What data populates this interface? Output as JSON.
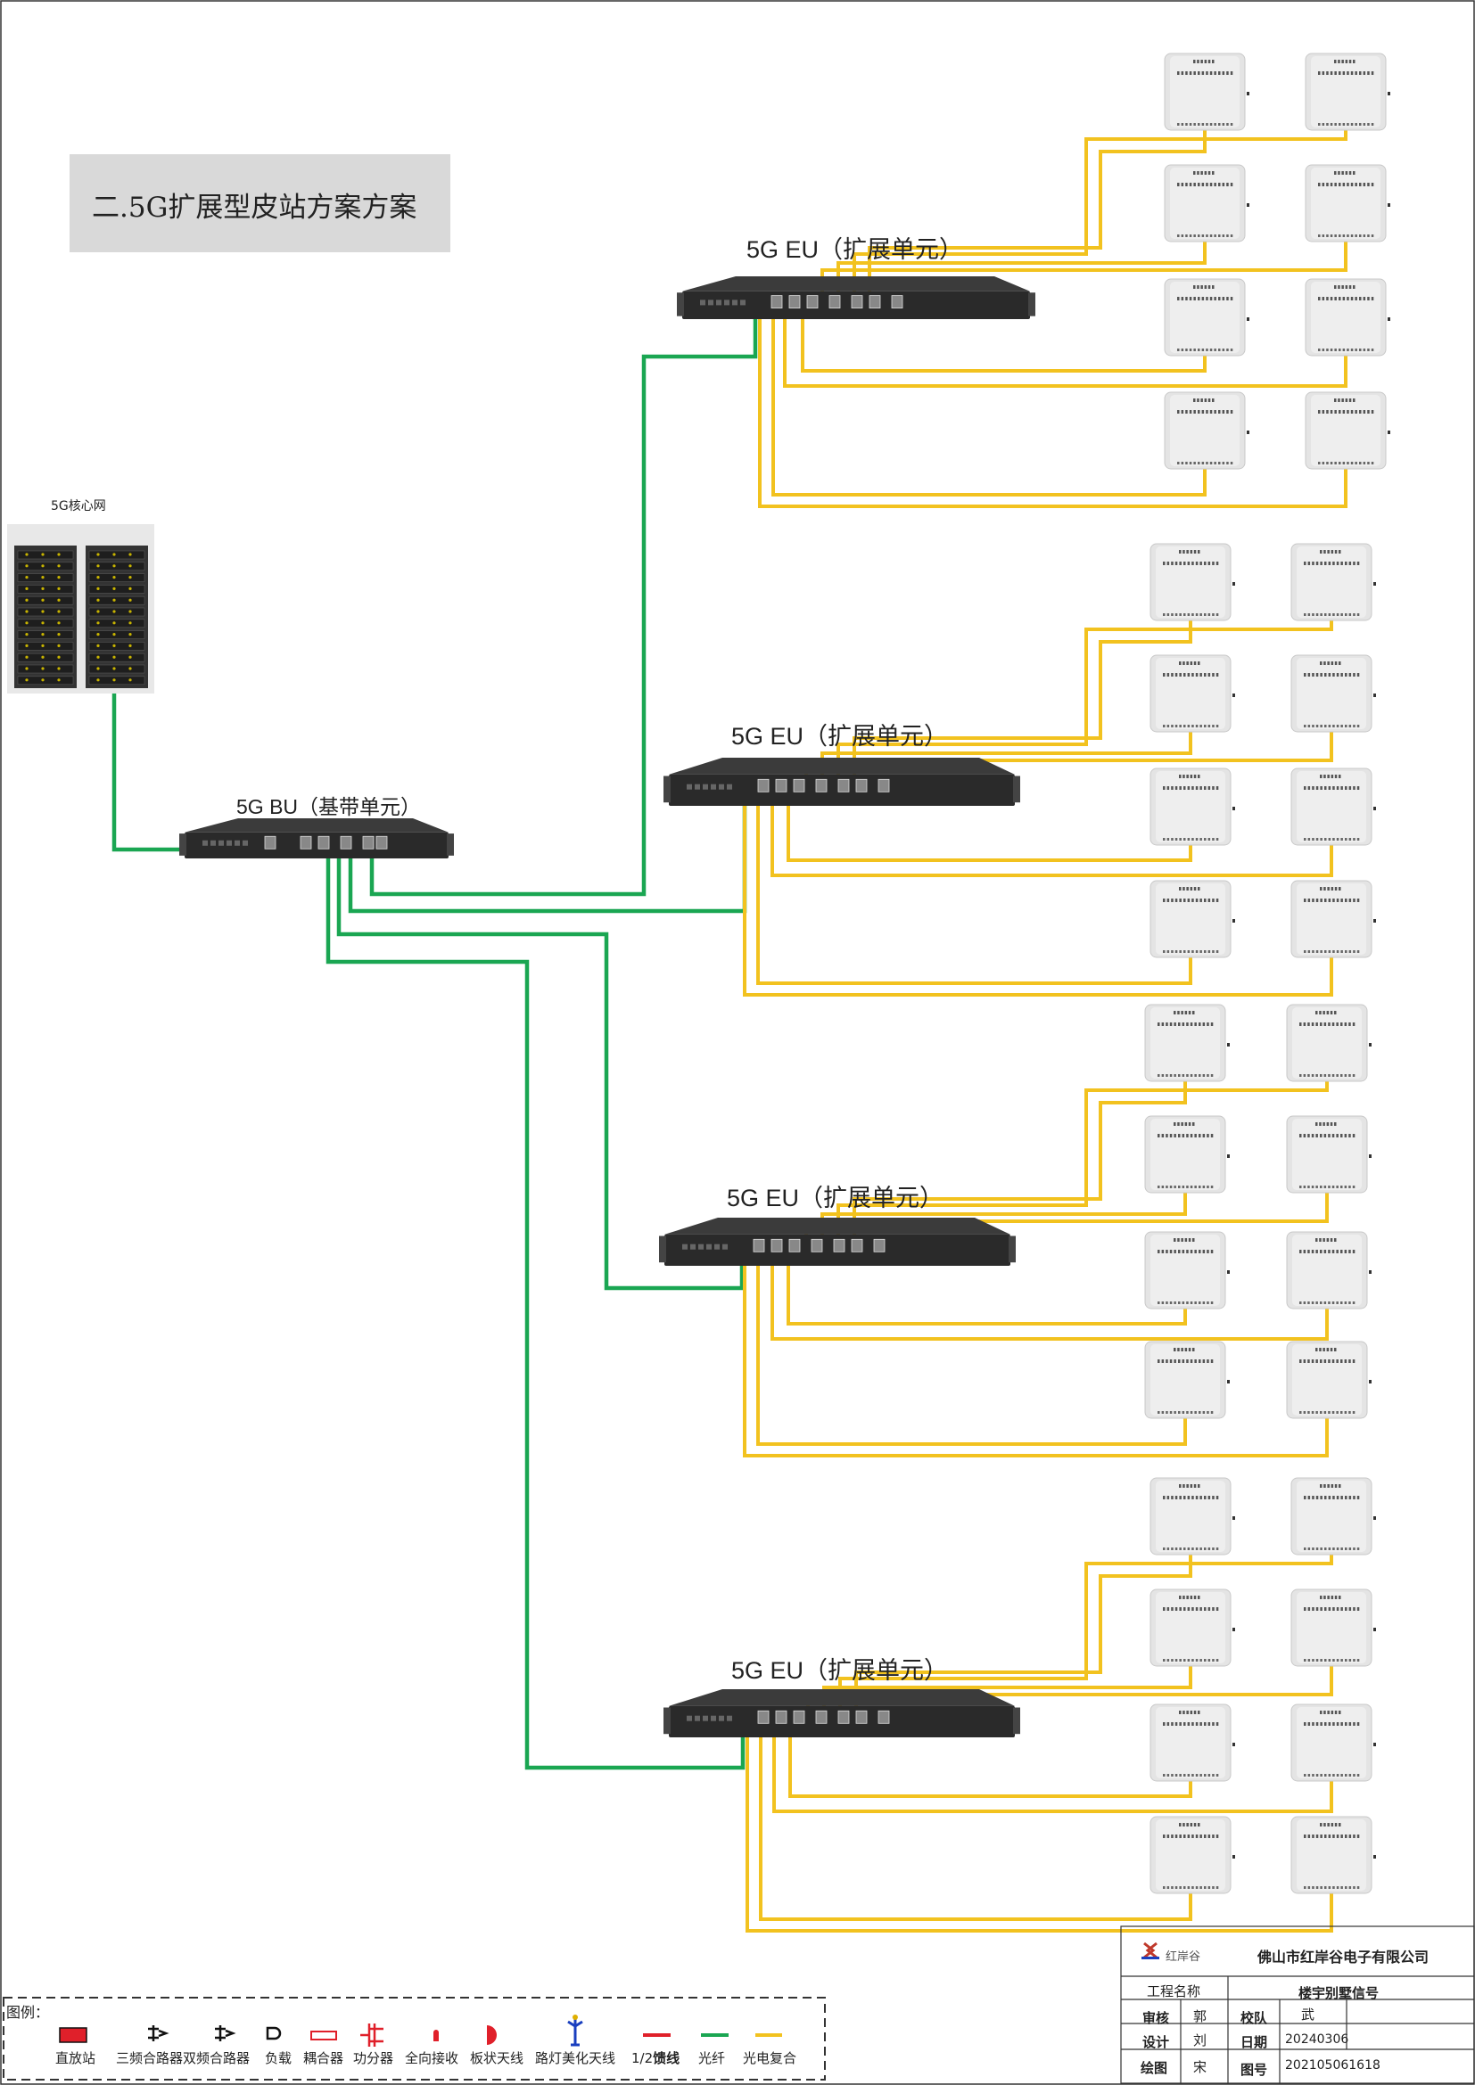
{
  "title": "二.5G扩展型皮站方案方案",
  "core": {
    "label": "5G核心网"
  },
  "bu": {
    "label": "5G BU（基带单元）"
  },
  "eu": {
    "label": "5G EU（扩展单元）"
  },
  "legend": {
    "title": "图例：",
    "items": [
      {
        "label": "直放站",
        "icon": "repeater-icon"
      },
      {
        "label": "三频合路器",
        "icon": "triplexer-icon"
      },
      {
        "label": "双频合路器",
        "icon": "diplexer-icon"
      },
      {
        "label": "负载",
        "icon": "load-icon"
      },
      {
        "label": "耦合器",
        "icon": "coupler-icon"
      },
      {
        "label": "功分器",
        "icon": "splitter-icon"
      },
      {
        "label": "全向接收",
        "icon": "omni-antenna-icon"
      },
      {
        "label": "板状天线",
        "icon": "panel-antenna-icon"
      },
      {
        "label": "路灯美化天线",
        "icon": "streetlamp-antenna-icon"
      },
      {
        "label": "1/2",
        "label_bold": "馈线",
        "icon": "feeder-line-icon",
        "color": "#e0202a"
      },
      {
        "label": "光纤",
        "icon": "fiber-line-icon",
        "color": "#1aa652"
      },
      {
        "label": "光电复合",
        "icon": "composite-line-icon",
        "color": "#f2c21f"
      }
    ]
  },
  "title_block": {
    "company_logo_text": "红岸谷",
    "company": "佛山市红岸谷电子有限公司",
    "project_name_label": "工程名称",
    "project_name": "楼宇别墅信号",
    "review_label": "审核",
    "review": "郭",
    "proof_label": "校队",
    "proof": "武",
    "design_label": "设计",
    "design": "刘",
    "date_label": "日期",
    "date": "20240306",
    "draw_label": "绘图",
    "draw": "宋",
    "drawing_no_label": "图号",
    "drawing_no": "202105061618"
  },
  "colors": {
    "fiber": "#1aa652",
    "composite": "#f2c21f",
    "feeder": "#e0202a",
    "equipment": "#2a2a2a",
    "ap": "#e4e4e4"
  }
}
